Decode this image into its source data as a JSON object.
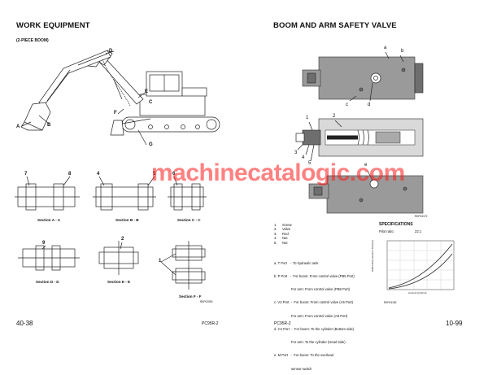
{
  "left_page": {
    "title": "WORK EQUIPMENT",
    "subtitle": "(2-PIECE BOOM)",
    "callouts": [
      "A",
      "B",
      "C",
      "D",
      "E",
      "F",
      "G"
    ],
    "section_numbers": [
      "7",
      "8",
      "4",
      "5",
      "6",
      "9",
      "2",
      "1"
    ],
    "sections": [
      "Section A - A",
      "Section B - B",
      "Section C - C",
      "Section D - D",
      "Section E - E",
      "Section F - F"
    ],
    "figure_code": "RKP02593",
    "page_number": "40-38",
    "model": "PC95R-2"
  },
  "right_page": {
    "title": "BOOM AND ARM SAFETY VALVE",
    "top_callouts": [
      "a",
      "b",
      "c",
      "d"
    ],
    "mid_callouts": [
      "1",
      "2",
      "3",
      "4",
      "5"
    ],
    "bottom_callouts": [
      "e"
    ],
    "figure_code_1": "RKP04172",
    "parts": [
      {
        "num": "1.",
        "name": "Screw"
      },
      {
        "num": "2.",
        "name": "Valve"
      },
      {
        "num": "3.",
        "name": "Rod"
      },
      {
        "num": "4.",
        "name": "Nut"
      },
      {
        "num": "5.",
        "name": "Nut"
      }
    ],
    "ports": [
      "a. T Port   -  To hydraulic tank",
      "b. P Port   -  For boom: From control valve (PB5 Port)",
      "                  For arm: From control valve (PB8 Port)",
      "c. V2 Port  -  For boom: From control valve (A5 Port)",
      "                  For arm: From control valve (A8 Port)",
      "d. C2 Port  -  For boom: To the cylinder (Bottom side)",
      "                  For arm: To the cylinder (Head side)",
      "e. M Port   -  For boom: To the overload",
      "                  sensor switch"
    ],
    "specs_title": "SPECIFICATIONS",
    "pilot_ratio_label": "Pilot ratio:",
    "pilot_ratio_value": "22:1",
    "graph_ylabel": "Differential pressure ΔP [bar]",
    "graph_xlabel": "Amount Q [l/min]",
    "graph_code": "RKP04182",
    "page_number": "10-99",
    "model": "PC95R-2"
  },
  "watermark": "machinecatalogic.com"
}
